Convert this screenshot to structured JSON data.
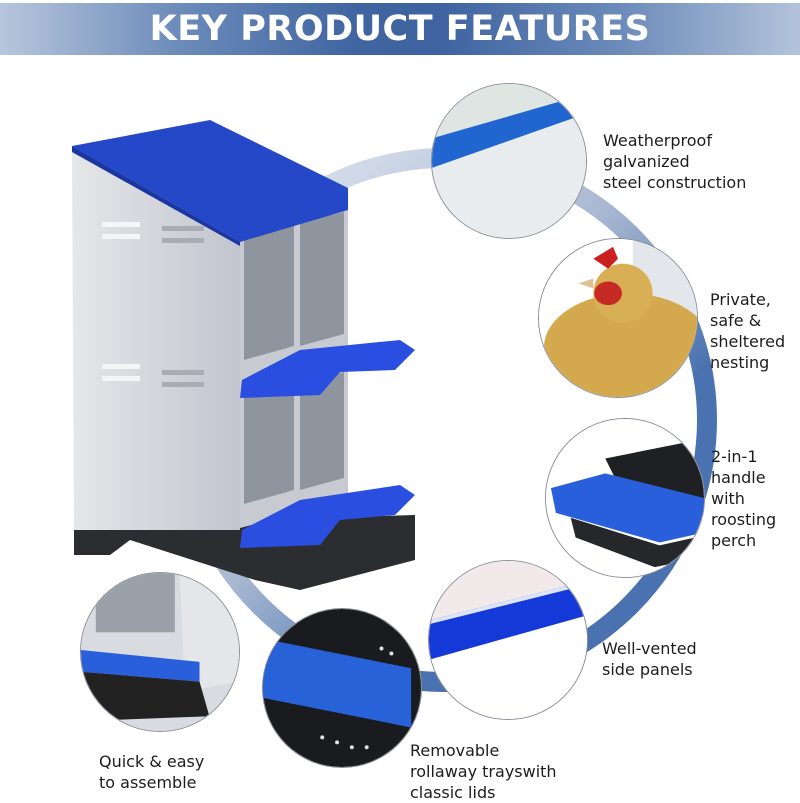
{
  "header": {
    "title": "KEY PRODUCT FEATURES"
  },
  "colors": {
    "banner_center": "#3e63a0",
    "banner_edge": "#b7c6dc",
    "accent_blue": "#2a4fcf",
    "ring_blue": "#4a72b0",
    "text": "#1d1d1d"
  },
  "product": {
    "name": "chicken-nesting-box",
    "compartments": 4,
    "roof_color": "#2448c8",
    "body_color": "#d4d7dc"
  },
  "features": [
    {
      "id": "weatherproof",
      "lines": [
        "Weatherproof",
        "galvanized",
        "steel construction"
      ]
    },
    {
      "id": "private",
      "lines": [
        "Private,",
        "safe &",
        "sheltered",
        "nesting"
      ]
    },
    {
      "id": "handle",
      "lines": [
        "2-in-1",
        "handle",
        "with",
        "roosting",
        "perch"
      ]
    },
    {
      "id": "vented",
      "lines": [
        "Well-vented",
        "side panels"
      ]
    },
    {
      "id": "assemble",
      "lines": [
        "Quick & easy",
        "to assemble"
      ]
    },
    {
      "id": "trays",
      "lines": [
        "Removable",
        "rollaway trayswith",
        "classic lids"
      ]
    }
  ]
}
